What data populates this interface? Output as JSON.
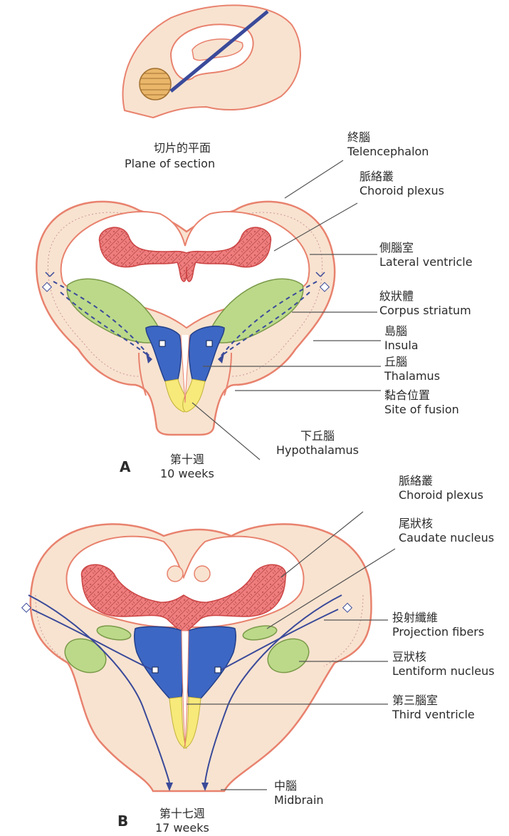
{
  "top": {
    "plane_zh": "切片的平面",
    "plane_en": "Plane of section"
  },
  "panel_a": {
    "letter": "A",
    "age_zh": "第十週",
    "age_en": "10 weeks",
    "labels": [
      {
        "zh": "終腦",
        "en": "Telencephalon"
      },
      {
        "zh": "脈絡叢",
        "en": "Choroid plexus"
      },
      {
        "zh": "側腦室",
        "en": "Lateral ventricle"
      },
      {
        "zh": "紋狀體",
        "en": "Corpus striatum"
      },
      {
        "zh": "島腦",
        "en": "Insula"
      },
      {
        "zh": "丘腦",
        "en": "Thalamus"
      },
      {
        "zh": "黏合位置",
        "en": "Site of fusion"
      },
      {
        "zh": "下丘腦",
        "en": "Hypothalamus"
      }
    ]
  },
  "panel_b": {
    "letter": "B",
    "age_zh": "第十七週",
    "age_en": "17 weeks",
    "labels": [
      {
        "zh": "脈絡叢",
        "en": "Choroid plexus"
      },
      {
        "zh": "尾狀核",
        "en": "Caudate nucleus"
      },
      {
        "zh": "投射纖維",
        "en": "Projection fibers"
      },
      {
        "zh": "豆狀核",
        "en": "Lentiform nucleus"
      },
      {
        "zh": "第三腦室",
        "en": "Third ventricle"
      },
      {
        "zh": "中腦",
        "en": "Midbrain"
      }
    ]
  },
  "colors": {
    "tissue": "#f8e3d0",
    "outline": "#e8826e",
    "plexus": "#ef7d7d",
    "striatum": "#bcd98a",
    "thalamus": "#3d67c4",
    "hypothalamus": "#f7e97a",
    "fiber": "#3a4a9a"
  }
}
